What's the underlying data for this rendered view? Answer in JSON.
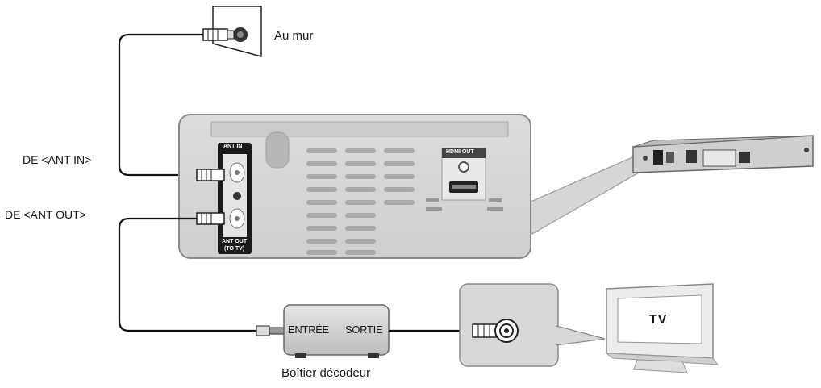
{
  "labels": {
    "wall": "Au mur",
    "from_ant_in": "DE <ANT IN>",
    "from_ant_out": "DE <ANT OUT>",
    "set_top_box": "Boîtier décodeur",
    "entree": "ENTRÉE",
    "sortie": "SORTIE",
    "tv": "TV"
  },
  "panel": {
    "ant_in": "ANT IN",
    "ant_out": "ANT OUT",
    "to_tv": "(TO TV)",
    "hdmi_out": "HDMI OUT"
  }
}
